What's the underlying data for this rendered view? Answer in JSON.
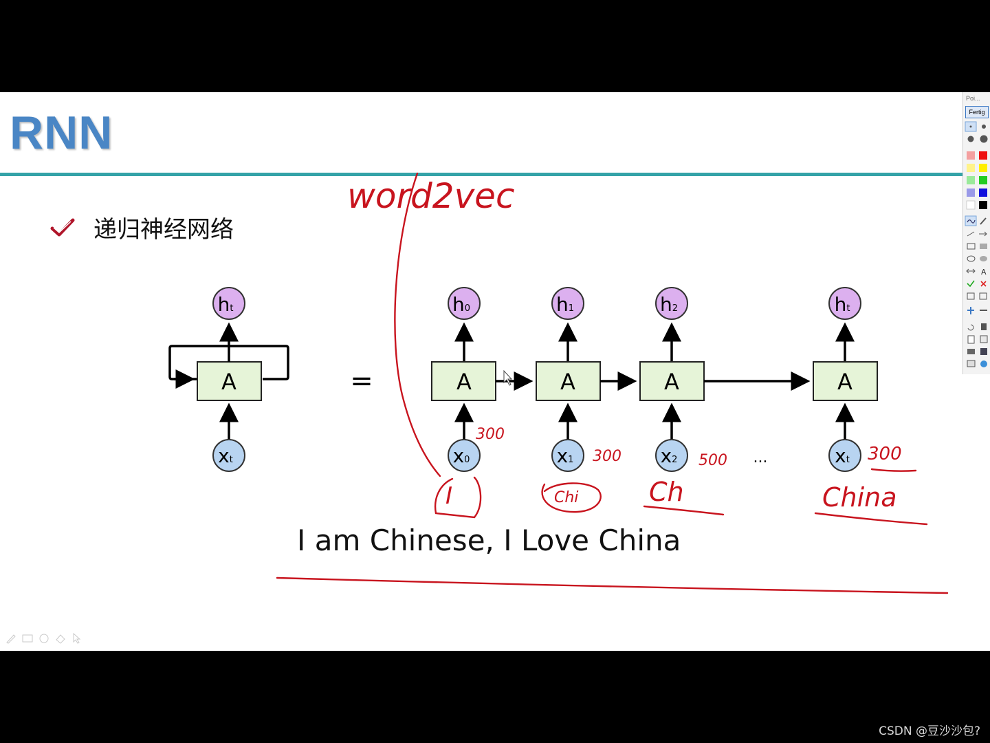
{
  "slide": {
    "title": "RNN",
    "bullet_text": "递归神经网络",
    "sentence": "I am Chinese, I Love China"
  },
  "diagram": {
    "equals": "=",
    "cell_label": "A",
    "rolled": {
      "output": "h",
      "output_sub": "t",
      "input": "x",
      "input_sub": "t"
    },
    "unrolled_steps": [
      {
        "output": "h",
        "output_sub": "0",
        "input": "x",
        "input_sub": "0"
      },
      {
        "output": "h",
        "output_sub": "1",
        "input": "x",
        "input_sub": "1"
      },
      {
        "output": "h",
        "output_sub": "2",
        "input": "x",
        "input_sub": "2"
      },
      {
        "output": "h",
        "output_sub": "t",
        "input": "x",
        "input_sub": "t"
      }
    ],
    "ellipsis": "..."
  },
  "annotations": {
    "top": "word2vec",
    "step0_word": "I",
    "step1_word": "Chi",
    "step2_word": "Ch",
    "step3_word": "China",
    "dims": [
      "300",
      "300",
      "500",
      "300"
    ]
  },
  "palette": {
    "title": "Poi...",
    "done_label": "Fertig",
    "colors": [
      "#ee3333",
      "#ffee00",
      "#22cc22",
      "#1111dd",
      "#000000"
    ]
  },
  "watermark": "CSDN @豆沙沙包?",
  "colors": {
    "title": "#4a86c5",
    "rule": "#34a3a8",
    "cell_fill": "#e6f4d8",
    "output_node": "#dcb0ef",
    "input_node": "#b8d4f1",
    "ink": "#c8141e"
  }
}
